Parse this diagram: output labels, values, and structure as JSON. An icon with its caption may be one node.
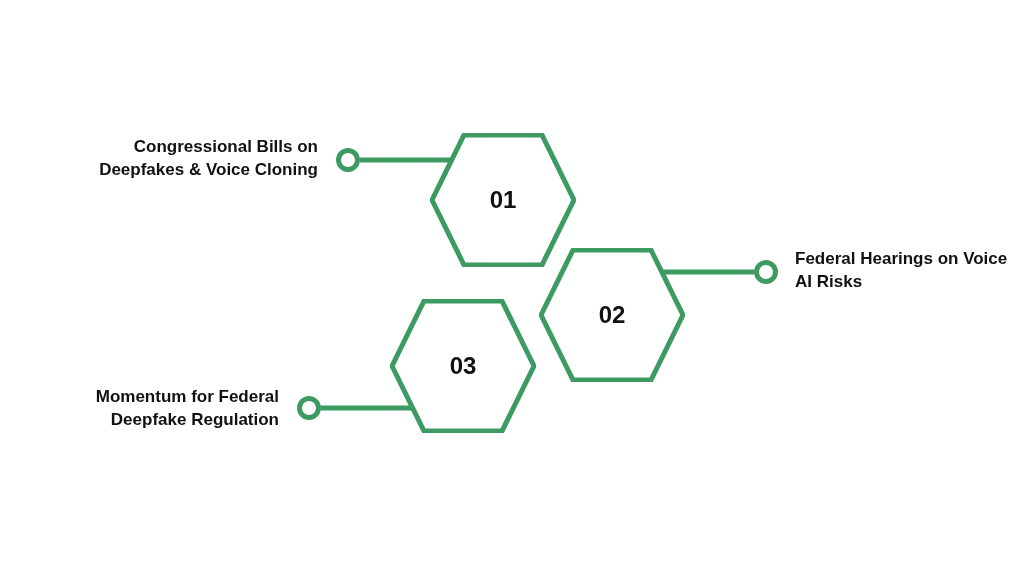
{
  "diagram": {
    "nodes": [
      {
        "text": [],
        "shape": "circle",
        "beside": [
          "Congressional Bills on Deepfakes & Voice Cloning"
        ]
      },
      {
        "text": [
          "01"
        ]
      },
      {
        "text": [
          "02"
        ]
      },
      {
        "text": [],
        "shape": "circle",
        "beside": [
          "Federal Hearings on Voice AI Risks"
        ]
      },
      {
        "text": [
          "03"
        ]
      },
      {
        "text": [],
        "shape": "circle",
        "beside": [
          "Momentum for Federal Deepfake Regulation"
        ]
      }
    ],
    "edges": [
      {
        "from": 1,
        "to": 0,
        "arrow": "none"
      },
      {
        "from": 2,
        "to": 3,
        "arrow": "none"
      },
      {
        "from": 4,
        "to": 5,
        "arrow": "none"
      }
    ]
  }
}
